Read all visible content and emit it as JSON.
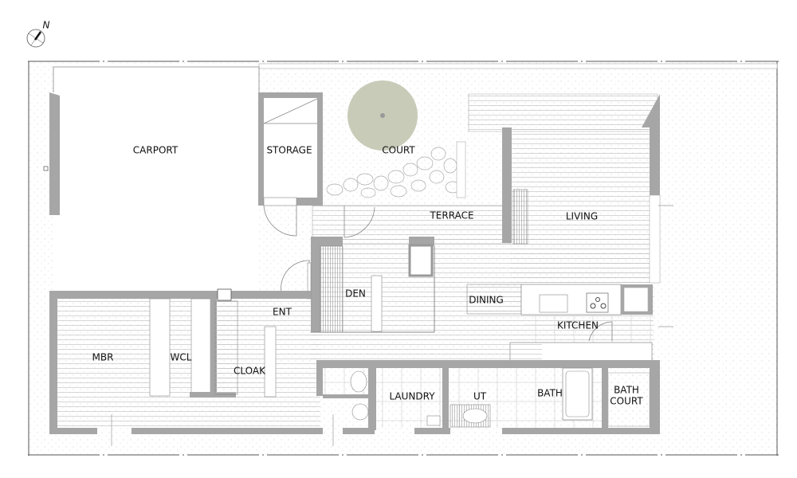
{
  "compass": {
    "label": "N"
  },
  "rooms": {
    "carport": "CARPORT",
    "storage": "STORAGE",
    "court": "COURT",
    "terrace": "TERRACE",
    "living": "LIVING",
    "den": "DEN",
    "dining": "DINING",
    "ent": "ENT",
    "kitchen": "KITCHEN",
    "mbr": "MBR",
    "wcl": "WCL",
    "cloak": "CLOAK",
    "laundry": "LAUNDRY",
    "ut": "UT",
    "bath": "BATH",
    "bath_court_1": "BATH",
    "bath_court_2": "COURT"
  },
  "colors": {
    "wall": "#a6a6a6",
    "tree": "#c8cbb8",
    "line": "#888888"
  }
}
